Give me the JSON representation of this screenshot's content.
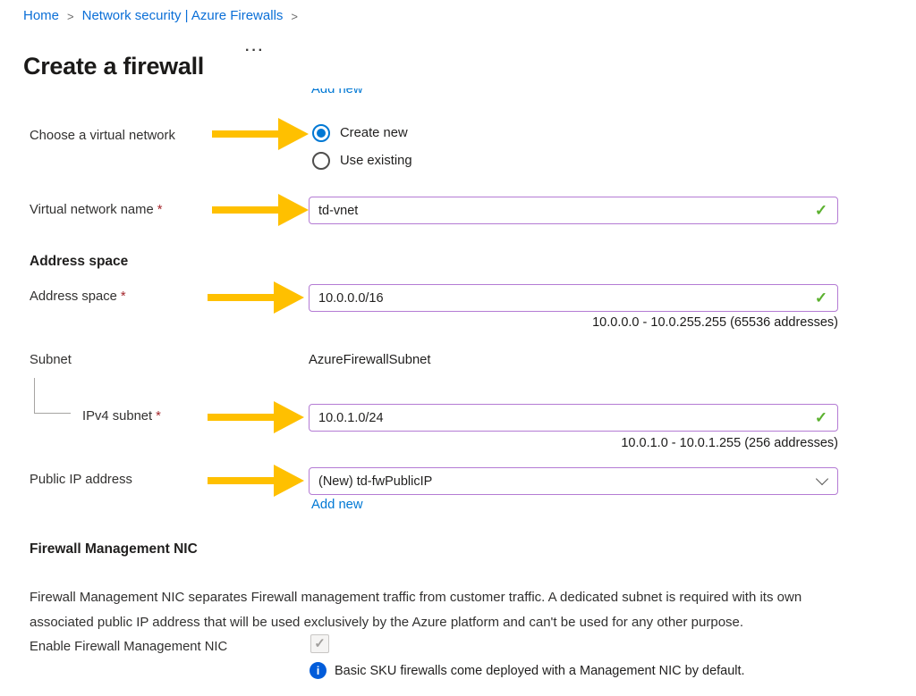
{
  "breadcrumb": {
    "items": [
      "Home",
      "Network security | Azure Firewalls"
    ],
    "separator": ">"
  },
  "header": {
    "title": "Create a firewall",
    "more_label": "···"
  },
  "form": {
    "required_marker": "*",
    "vnet_add_new_label": "Add new",
    "choose_vnet_label": "Choose a virtual network",
    "choose_vnet_selected": "Create new",
    "radio_create_new": "Create new",
    "radio_use_existing": "Use existing",
    "vnet_name_label": "Virtual network name",
    "vnet_name_value": "td-vnet",
    "address_space_section_title": "Address space",
    "address_space_label": "Address space",
    "address_space_value": "10.0.0.0/16",
    "address_space_helper": "10.0.0.0 - 10.0.255.255 (65536 addresses)",
    "subnet_label": "Subnet",
    "subnet_value": "AzureFirewallSubnet",
    "ipv4_subnet_label": "IPv4 subnet",
    "ipv4_subnet_value": "10.0.1.0/24",
    "ipv4_subnet_helper": "10.0.1.0 - 10.0.1.255 (256 addresses)",
    "public_ip_label": "Public IP address",
    "public_ip_value": "(New) td-fwPublicIP",
    "public_ip_add_new_label": "Add new"
  },
  "fmn": {
    "section_title": "Firewall Management NIC",
    "description": "Firewall Management NIC separates Firewall management traffic from customer traffic. A dedicated subnet is required with its own associated public IP address that will be used exclusively by the Azure platform and can't be used for any other purpose.",
    "enable_label": "Enable Firewall Management NIC",
    "checkbox_state": "checked-disabled",
    "info_text": "Basic SKU firewalls come deployed with a Management NIC by default."
  },
  "icons": {
    "breadcrumb_chevron": ">",
    "checkmark": "✓",
    "info": "i"
  },
  "colors": {
    "link_blue": "#0078d4",
    "input_border_purple": "#b47bd4",
    "valid_green": "#5bb12f",
    "arrow_gold": "#ffc000",
    "info_blue": "#015cda",
    "required_red": "#a4262c",
    "title_dark": "#1b1a19",
    "label_gray": "#323130"
  }
}
